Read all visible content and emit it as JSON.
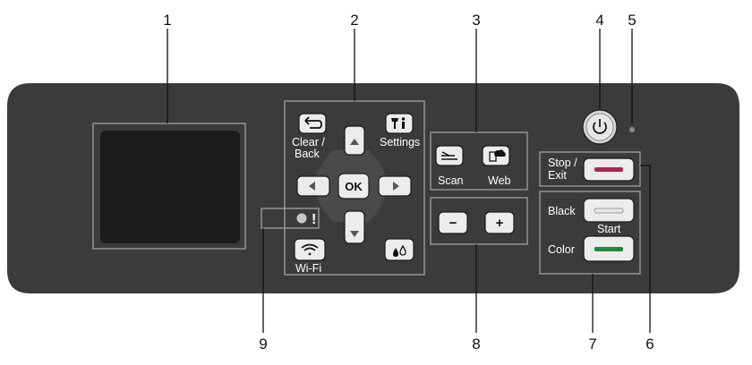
{
  "callouts": [
    "1",
    "2",
    "3",
    "4",
    "5",
    "6",
    "7",
    "8",
    "9"
  ],
  "labels": {
    "clear_back": [
      "Clear /",
      "Back"
    ],
    "settings": "Settings",
    "ok": "OK",
    "wifi": "Wi-Fi",
    "scan": "Scan",
    "web": "Web",
    "minus": "−",
    "plus": "+",
    "stop_exit": [
      "Stop /",
      "Exit"
    ],
    "black": "Black",
    "start": "Start",
    "color": "Color",
    "alert_mark": "!"
  },
  "colors": {
    "panel": "#3b3b3b",
    "lcd": "#1c1c1c",
    "stop": "#b0245a",
    "color_start": "#1e8a3a",
    "black_start": "#e6e6e6"
  }
}
